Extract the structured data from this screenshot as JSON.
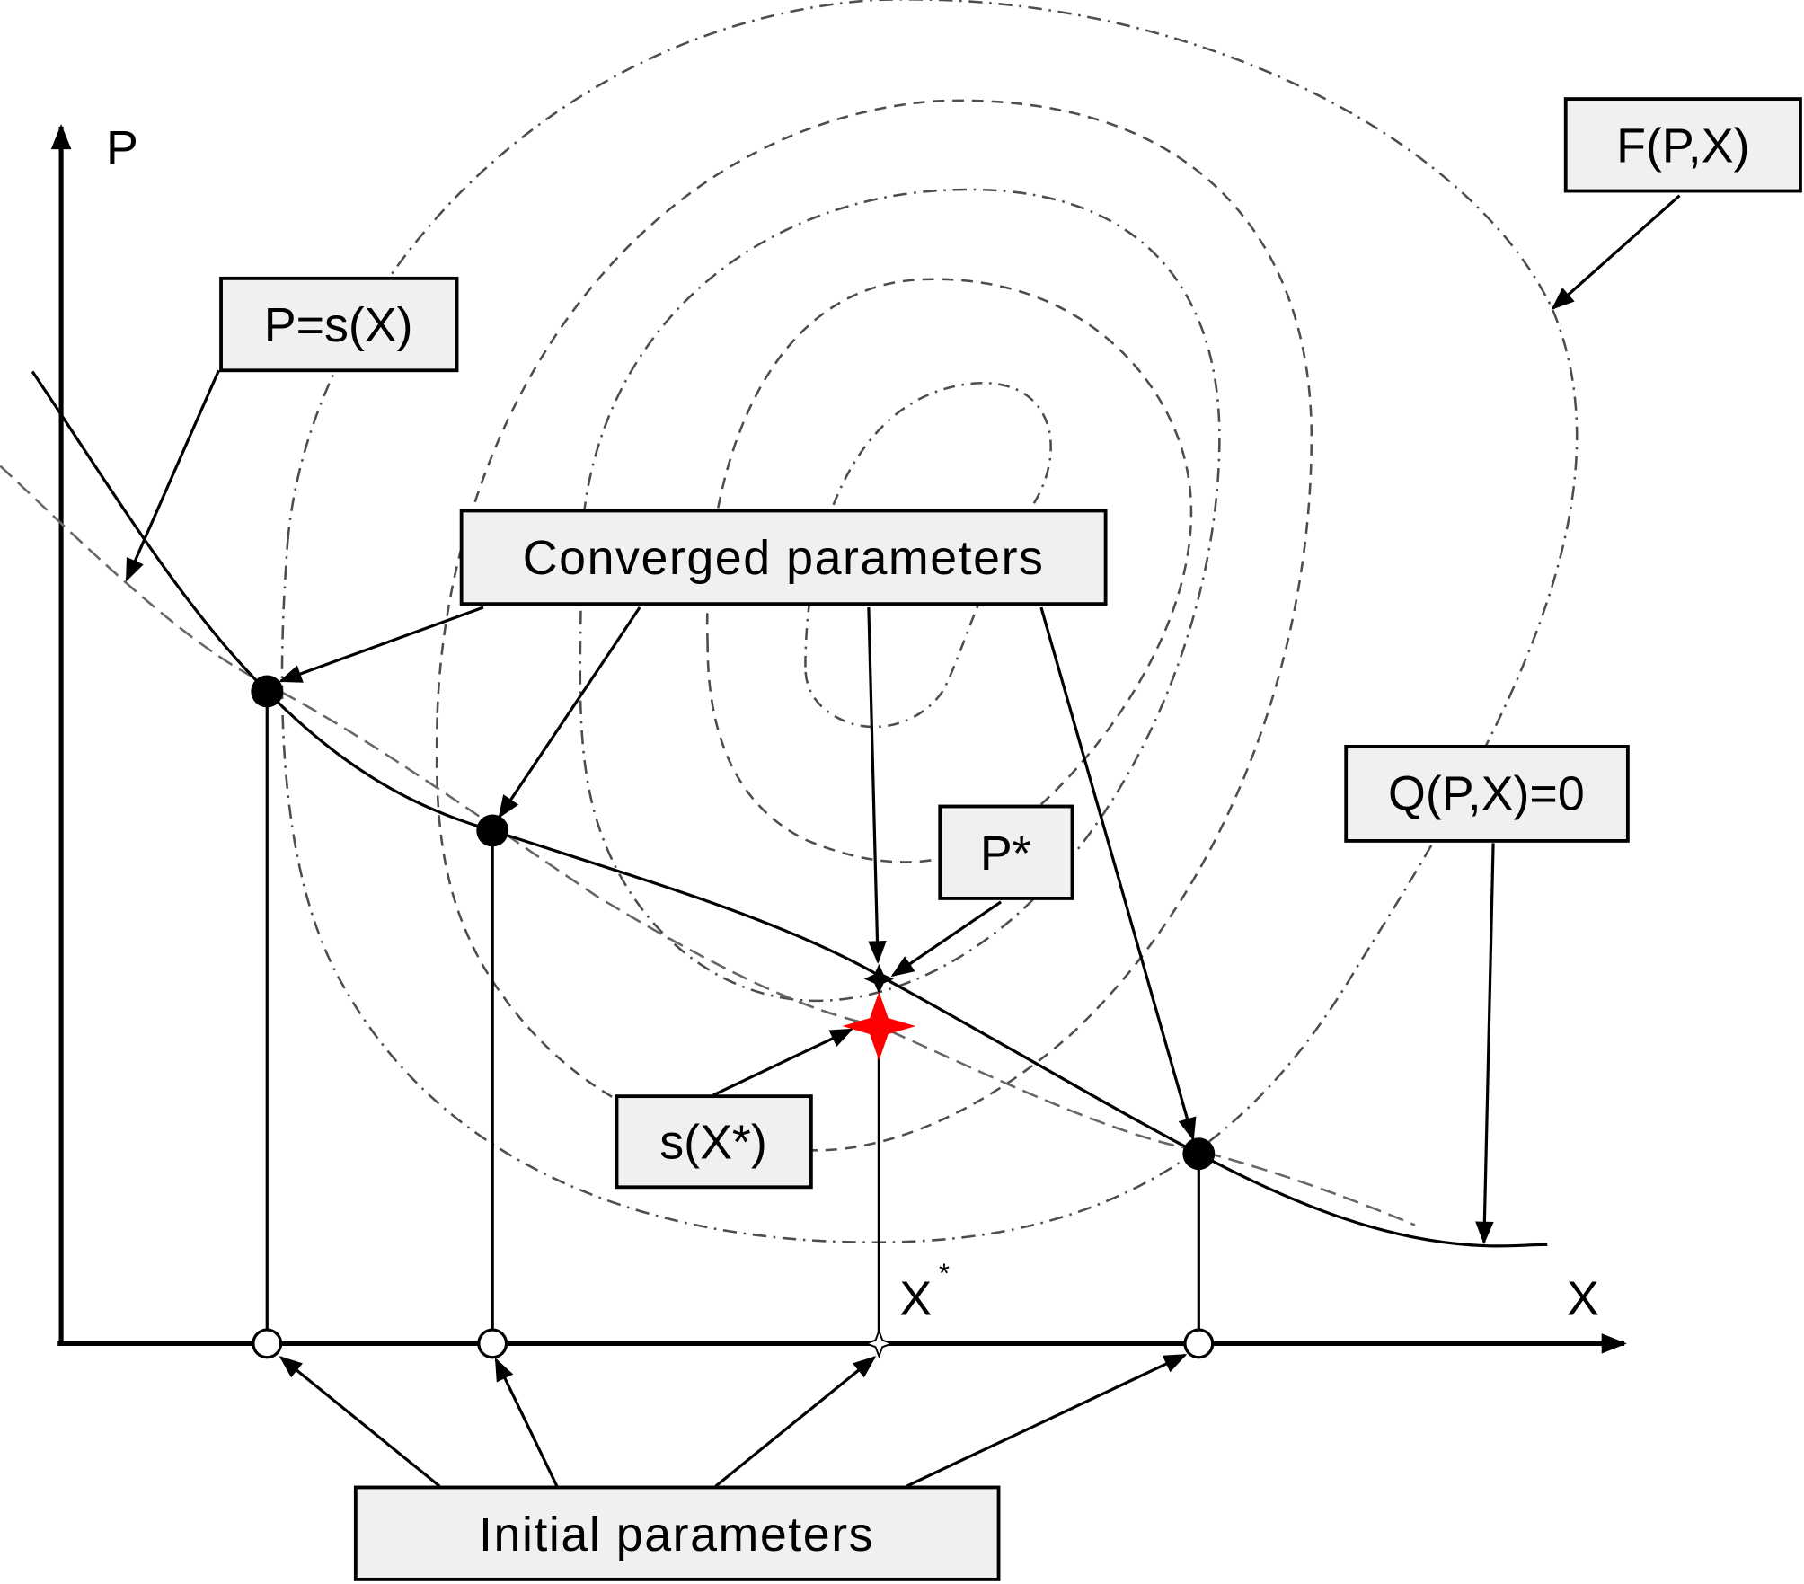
{
  "axes": {
    "x_label": "X",
    "y_label": "P",
    "x_star_label": "X",
    "x_star_superscript": "*"
  },
  "labels": {
    "objective": "F(P,X)",
    "surrogate": "P=s(X)",
    "converged": "Converged parameters",
    "optimum": "P*",
    "constraint": "Q(P,X)=0",
    "surrogate_at_opt": "s(X*)",
    "initial": "Initial parameters"
  },
  "colors": {
    "line": "#000000",
    "contour": "#4d4d4d",
    "box_fill": "#f0f0f0",
    "star": "#ff0000"
  },
  "icons": {
    "optimum_marker": "red-four-point-star-icon",
    "converged_marker": "filled-circle-icon",
    "initial_marker": "hollow-circle-icon"
  }
}
